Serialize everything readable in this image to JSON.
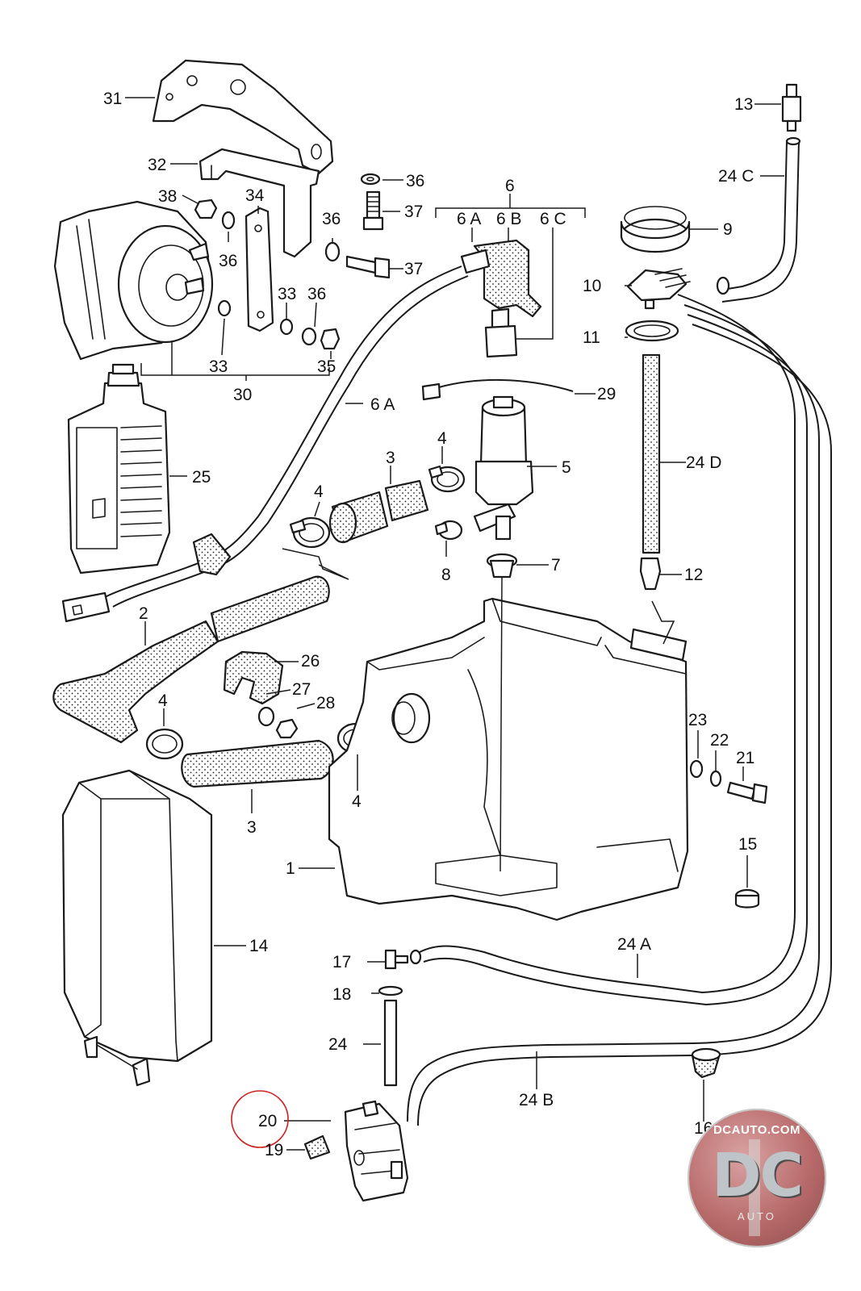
{
  "callouts": [
    {
      "id": "31",
      "text": "31"
    },
    {
      "id": "32",
      "text": "32"
    },
    {
      "id": "38",
      "text": "38"
    },
    {
      "id": "34",
      "text": "34"
    },
    {
      "id": "36a",
      "text": "36"
    },
    {
      "id": "37a",
      "text": "37"
    },
    {
      "id": "36b",
      "text": "36"
    },
    {
      "id": "36c",
      "text": "36"
    },
    {
      "id": "37b",
      "text": "37"
    },
    {
      "id": "33a",
      "text": "33"
    },
    {
      "id": "36d",
      "text": "36"
    },
    {
      "id": "33b",
      "text": "33"
    },
    {
      "id": "35",
      "text": "35"
    },
    {
      "id": "30",
      "text": "30"
    },
    {
      "id": "6",
      "text": "6"
    },
    {
      "id": "6A",
      "text": "6 A"
    },
    {
      "id": "6B",
      "text": "6 B"
    },
    {
      "id": "6C",
      "text": "6 C"
    },
    {
      "id": "6A2",
      "text": "6 A"
    },
    {
      "id": "29",
      "text": "29"
    },
    {
      "id": "25",
      "text": "25"
    },
    {
      "id": "4a",
      "text": "4"
    },
    {
      "id": "3a",
      "text": "3"
    },
    {
      "id": "5",
      "text": "5"
    },
    {
      "id": "4b",
      "text": "4"
    },
    {
      "id": "8",
      "text": "8"
    },
    {
      "id": "7",
      "text": "7"
    },
    {
      "id": "2",
      "text": "2"
    },
    {
      "id": "26",
      "text": "26"
    },
    {
      "id": "27",
      "text": "27"
    },
    {
      "id": "28",
      "text": "28"
    },
    {
      "id": "4c",
      "text": "4"
    },
    {
      "id": "3b",
      "text": "3"
    },
    {
      "id": "4d",
      "text": "4"
    },
    {
      "id": "1",
      "text": "1"
    },
    {
      "id": "14",
      "text": "14"
    },
    {
      "id": "13",
      "text": "13"
    },
    {
      "id": "24C",
      "text": "24 C"
    },
    {
      "id": "9",
      "text": "9"
    },
    {
      "id": "10",
      "text": "10"
    },
    {
      "id": "11",
      "text": "11"
    },
    {
      "id": "24D",
      "text": "24 D"
    },
    {
      "id": "12",
      "text": "12"
    },
    {
      "id": "23",
      "text": "23"
    },
    {
      "id": "22",
      "text": "22"
    },
    {
      "id": "21",
      "text": "21"
    },
    {
      "id": "15",
      "text": "15"
    },
    {
      "id": "24A",
      "text": "24 A"
    },
    {
      "id": "17",
      "text": "17"
    },
    {
      "id": "18",
      "text": "18"
    },
    {
      "id": "24",
      "text": "24"
    },
    {
      "id": "24B",
      "text": "24 B"
    },
    {
      "id": "20",
      "text": "20"
    },
    {
      "id": "19",
      "text": "19"
    },
    {
      "id": "16",
      "text": "16"
    }
  ],
  "highlighted_callout": "20",
  "watermark": {
    "site": "DCAUTO.COM",
    "mark": "DC",
    "sub": "AUTO"
  }
}
